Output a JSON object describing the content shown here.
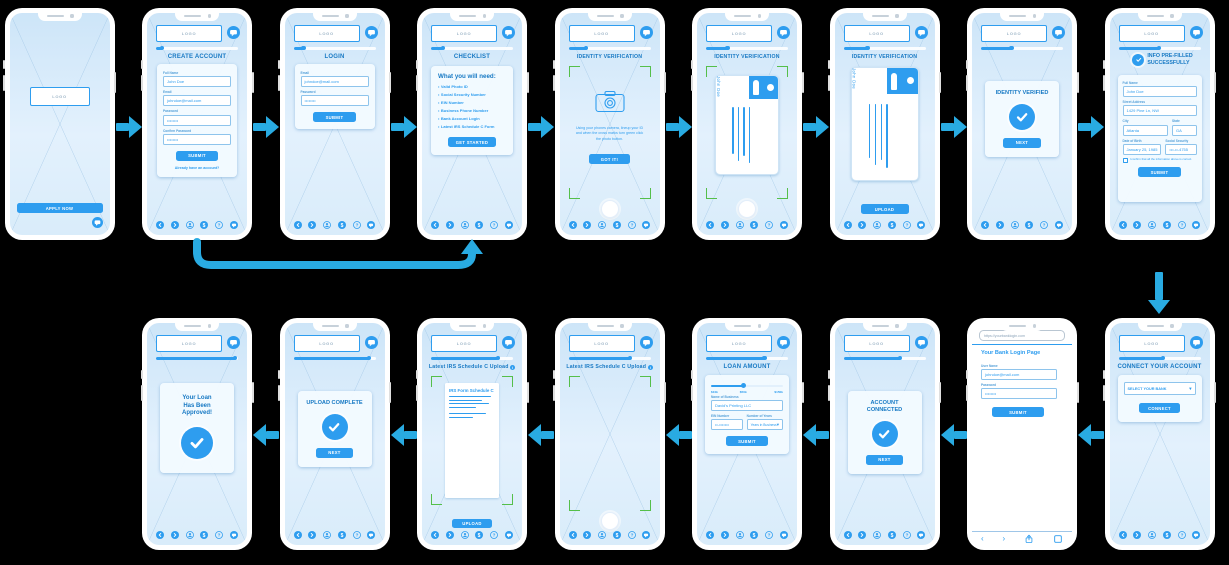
{
  "colors": {
    "background": "#000000",
    "arrow": "#29abe2",
    "primary": "#2e9def",
    "title": "#1779c4",
    "screen_tint": "#d7ebfb",
    "bracket": "#55bf4a"
  },
  "ui": {
    "logo": "LOGO"
  },
  "nav_icons": [
    "back-icon",
    "forward-icon",
    "person-icon",
    "dollar-icon",
    "help-icon",
    "chat-icon"
  ],
  "browser_icons": [
    "back-icon",
    "forward-icon",
    "share-icon",
    "tabs-icon"
  ],
  "phones": [
    {
      "id": "splash",
      "type": "splash",
      "button": "APPLY NOW"
    },
    {
      "id": "create-account",
      "type": "form",
      "title": "CREATE ACCOUNT",
      "progress": 8,
      "fields": [
        {
          "label": "Full Name",
          "value": "John Doe"
        },
        {
          "label": "Email",
          "value": "johndoe@mail.com"
        },
        {
          "label": "Password",
          "value": "••••••••"
        },
        {
          "label": "Confirm Password",
          "value": "••••••••"
        }
      ],
      "button": "SUBMIT",
      "link": "Already have an account?"
    },
    {
      "id": "login",
      "type": "form",
      "title": "LOGIN",
      "progress": 13,
      "fields": [
        {
          "label": "Email",
          "value": "johndoe@mail.com"
        },
        {
          "label": "Password",
          "value": "••••••••"
        }
      ],
      "button": "SUBMIT"
    },
    {
      "id": "checklist",
      "type": "checklist",
      "title": "CHECKLIST",
      "progress": 15,
      "heading": "What you will need:",
      "items": [
        "Valid Photo ID",
        "Social Security Number",
        "EIN Number",
        "Business Phone Number",
        "Bank Account Login",
        "Latest IRS Schedule C Form"
      ],
      "button": "GET STARTED"
    },
    {
      "id": "id-instructions",
      "type": "camera-instruct",
      "title": "IDENTITY VERIFICATION",
      "progress": 22,
      "instruction": "Using your phones camera, lineup your ID and when the cross marks turn green click the photo button.",
      "button": "GOT IT!"
    },
    {
      "id": "id-capture",
      "type": "camera-id",
      "title": "IDENTITY VERIFICATION",
      "progress": 27,
      "card_name": "John Doe"
    },
    {
      "id": "id-upload",
      "type": "id-upload",
      "title": "IDENTITY VERIFICATION",
      "progress": 30,
      "card_name": "John Doe",
      "button": "UPLOAD"
    },
    {
      "id": "id-verified",
      "type": "result",
      "card_title": "IDENTITY VERIFIED",
      "progress": 38,
      "button": "NEXT"
    },
    {
      "id": "info-prefilled",
      "type": "prefilled",
      "title_line1": "INFO PRE-FILLED",
      "title_line2": "SUCCESSFULLY",
      "progress": 50,
      "fields": [
        {
          "label": "Full Name",
          "value": "John Doe"
        },
        {
          "label": "Street Address",
          "value": "1429 Pine Ln, NW"
        },
        {
          "label": "City",
          "value": "Atlanta"
        },
        {
          "label": "State",
          "value": "GA"
        },
        {
          "label": "Date of Birth",
          "value": "January 25, 1985"
        },
        {
          "label": "Social Security",
          "value": "•••-••-4755"
        }
      ],
      "checkbox": "I confirm that all the information above is correct.",
      "button": "SUBMIT"
    },
    {
      "id": "loan-approved",
      "type": "result",
      "card_title": "Your Loan Has Been Approved!",
      "progress": 97
    },
    {
      "id": "upload-complete",
      "type": "result",
      "card_title": "UPLOAD COMPLETE",
      "progress": 93,
      "button": "NEXT"
    },
    {
      "id": "irs-doc-upload",
      "type": "doc-upload",
      "title": "Latest IRS Schedule C Upload",
      "progress": 82,
      "doc_title": "IRS Form Schedule C",
      "button": "UPLOAD"
    },
    {
      "id": "irs-camera",
      "type": "camera-doc",
      "title": "Latest IRS Schedule C Upload",
      "progress": 76
    },
    {
      "id": "loan-amount",
      "type": "loan",
      "title": "LOAN AMOUNT",
      "progress": 72,
      "slider_labels": [
        "$10k",
        "$50k",
        "$150k"
      ],
      "slider_value": 45,
      "fields": [
        {
          "label": "Name of Business",
          "value": "David's Printing LLC"
        },
        {
          "label": "EIN Number",
          "value": "••-•••••••"
        }
      ],
      "select_label": "Number of Years",
      "select_value": "Years in Business",
      "button": "SUBMIT"
    },
    {
      "id": "account-connected",
      "type": "result",
      "card_title": "ACCOUNT CONNECTED",
      "progress": 70,
      "button": "NEXT"
    },
    {
      "id": "bank-login",
      "type": "bank",
      "url": "https://yourbanklogin.com",
      "heading": "Your Bank Login Page",
      "fields": [
        {
          "label": "User Name",
          "value": "johndoe@mail.com"
        },
        {
          "label": "Password",
          "value": "••••••••"
        }
      ],
      "button": "SUBMIT"
    },
    {
      "id": "connect-account",
      "type": "connect",
      "title": "CONNECT YOUR ACCOUNT",
      "progress": 55,
      "select_value": "SELECT YOUR BANK",
      "button": "CONNECT"
    }
  ]
}
